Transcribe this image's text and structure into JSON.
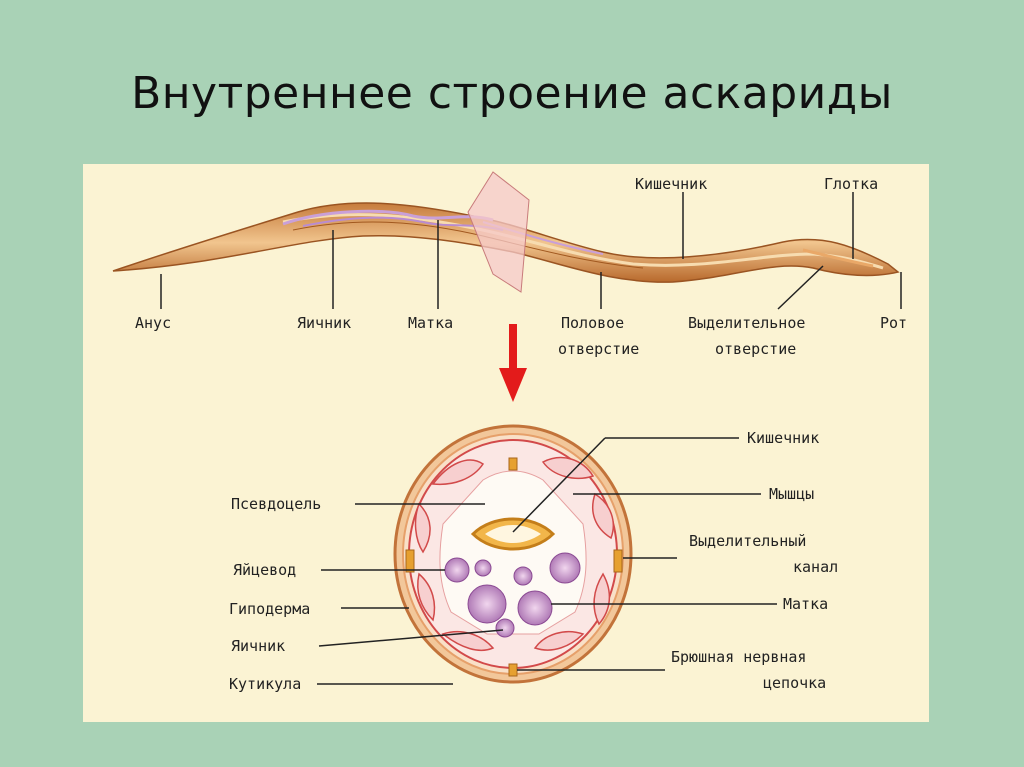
{
  "title": "Внутреннее строение аскариды",
  "top_labels": {
    "anus": "Анус",
    "ovary": "Яичник",
    "uterus": "Матка",
    "genital_opening_1": "Половое",
    "genital_opening_2": "отверстие",
    "intestine": "Кишечник",
    "pharynx": "Глотка",
    "excretory_opening_1": "Выделительное",
    "excretory_opening_2": "отверстие",
    "mouth": "Рот"
  },
  "cross_section_labels": {
    "intestine": "Кишечник",
    "pseudocoel": "Псевдоцель",
    "muscles": "Мышцы",
    "excretory_canal_1": "Выделительный",
    "excretory_canal_2": "канал",
    "oviduct": "Яйцевод",
    "hypodermis": "Гиподерма",
    "uterus": "Матка",
    "ovary": "Яичник",
    "nerve_cord_1": "Брюшная нервная",
    "nerve_cord_2": "цепочка",
    "cuticle": "Кутикула"
  },
  "colors": {
    "background": "#a9d2b6",
    "figure_bg": "#fbf3d3",
    "worm_body": "#e0a060",
    "arrow": "#e31b1b"
  }
}
